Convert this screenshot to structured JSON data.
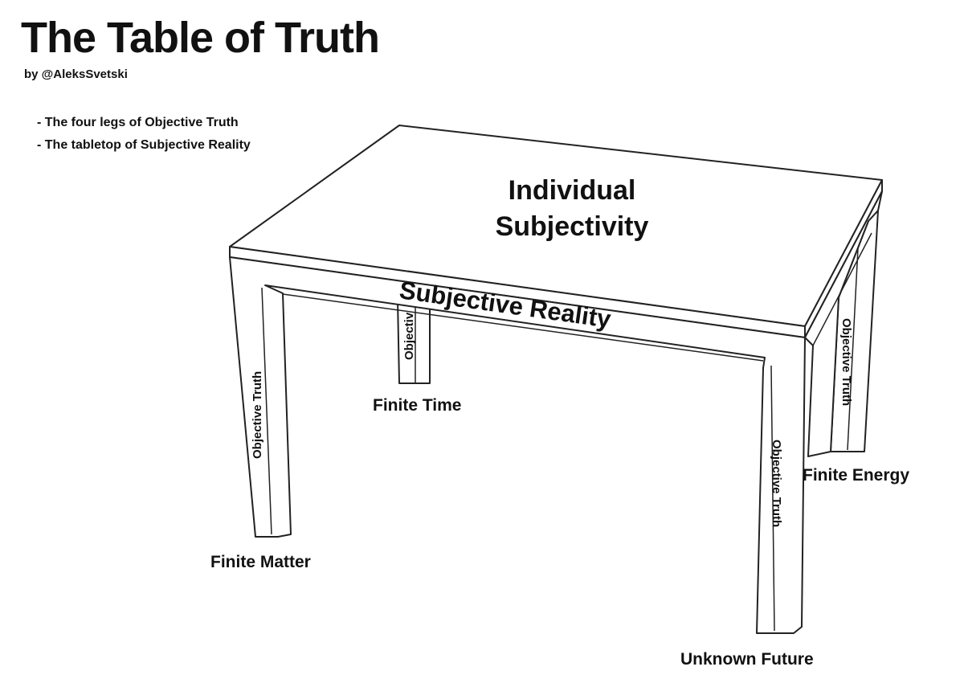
{
  "title": "The Table of Truth",
  "byline": "by @AleksSvetski",
  "bullets": [
    "- The four legs of Objective Truth",
    "- The tabletop of Subjective Reality"
  ],
  "tabletop": {
    "top_label_line1": "Individual",
    "top_label_line2": "Subjectivity",
    "apron_label": "Subjective Reality"
  },
  "legs": {
    "front_left": {
      "text": "Objective Truth",
      "name": "Finite Matter"
    },
    "back_left": {
      "text": "Objectiv",
      "name": "Finite Time"
    },
    "front_right": {
      "text": "Objective Truth",
      "name": "Unknown Future"
    },
    "back_right": {
      "text": "Objective Truth",
      "name": "Finite Energy"
    }
  }
}
